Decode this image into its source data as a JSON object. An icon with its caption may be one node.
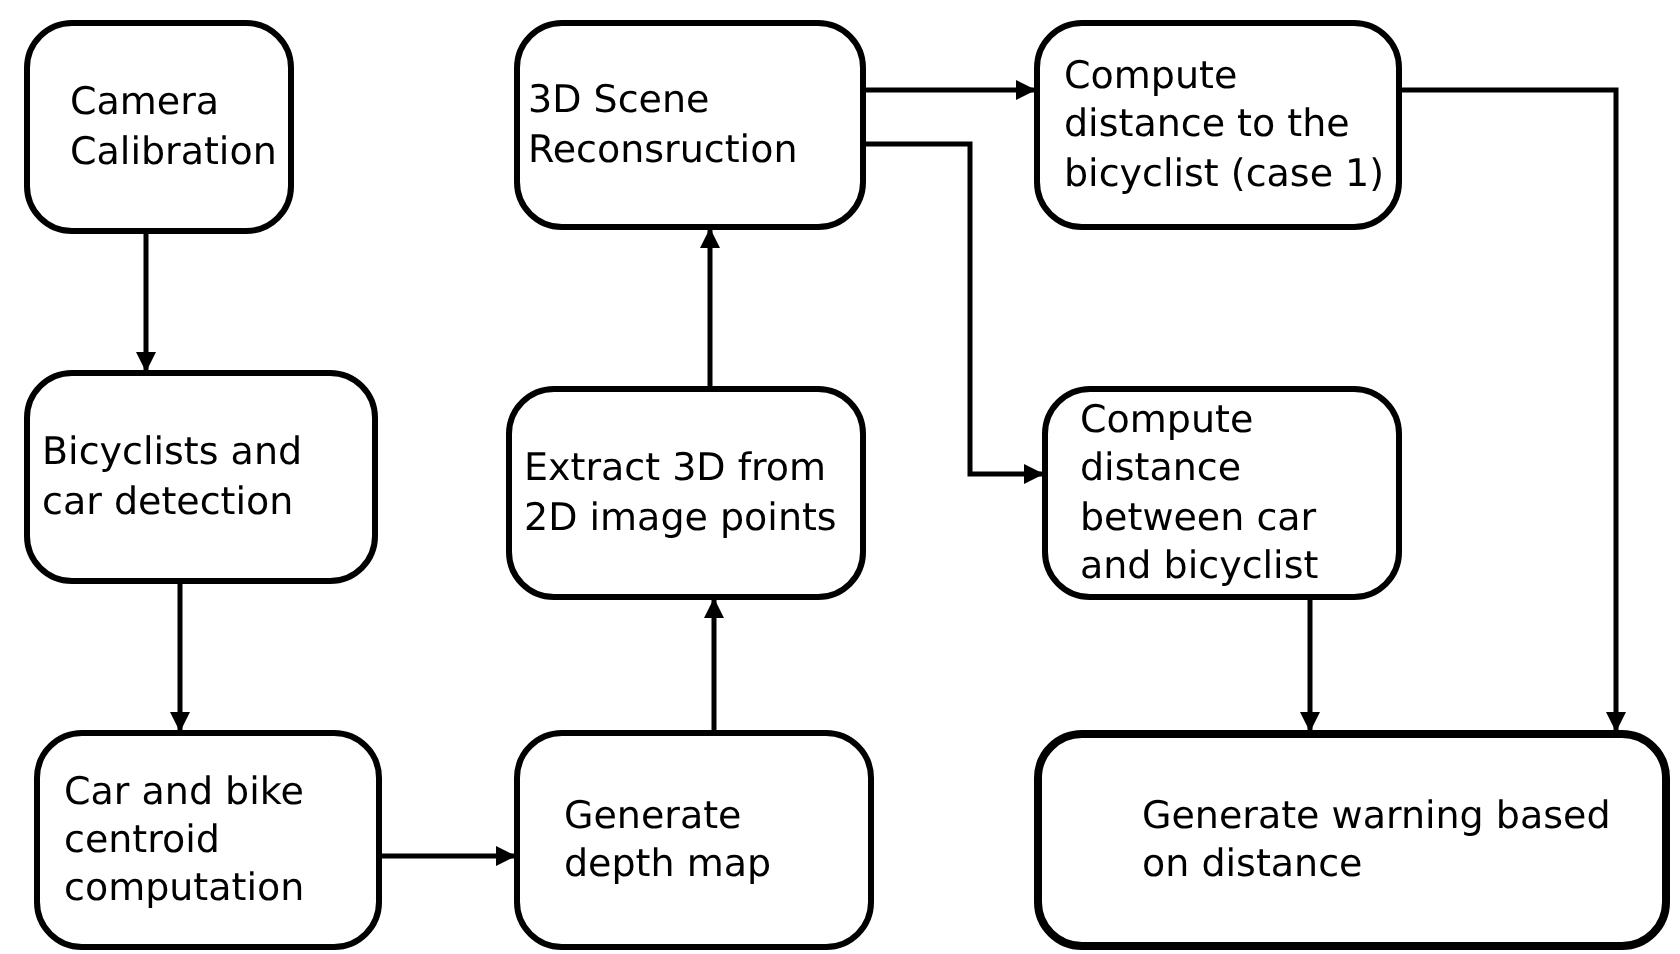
{
  "diagram": {
    "nodes": [
      {
        "text": [
          "Camera Calibration"
        ]
      },
      {
        "text": [
          "Bicyclists and car detection"
        ]
      },
      {
        "text": [
          "Car and bike centroid computation"
        ]
      },
      {
        "text": [
          "Generate depth map"
        ]
      },
      {
        "text": [
          "Extract 3D from 2D image points"
        ]
      },
      {
        "text": [
          "3D Scene Reconsruction"
        ]
      },
      {
        "text": [
          "Compute distance to the bicyclist (case 1)"
        ]
      },
      {
        "text": [
          "Compute distance between car and bicyclist"
        ]
      },
      {
        "text": [
          "Generate warning based on distance"
        ]
      }
    ],
    "edges": [
      {
        "from": 0,
        "to": 1,
        "arrow": "to"
      },
      {
        "from": 1,
        "to": 2,
        "arrow": "to"
      },
      {
        "from": 2,
        "to": 3,
        "arrow": "to"
      },
      {
        "from": 3,
        "to": 4,
        "arrow": "to"
      },
      {
        "from": 4,
        "to": 5,
        "arrow": "to"
      },
      {
        "from": 5,
        "to": 6,
        "arrow": "to"
      },
      {
        "from": 5,
        "to": 7,
        "arrow": "to"
      },
      {
        "from": 6,
        "to": 8,
        "arrow": "to"
      },
      {
        "from": 7,
        "to": 8,
        "arrow": "to"
      }
    ]
  }
}
